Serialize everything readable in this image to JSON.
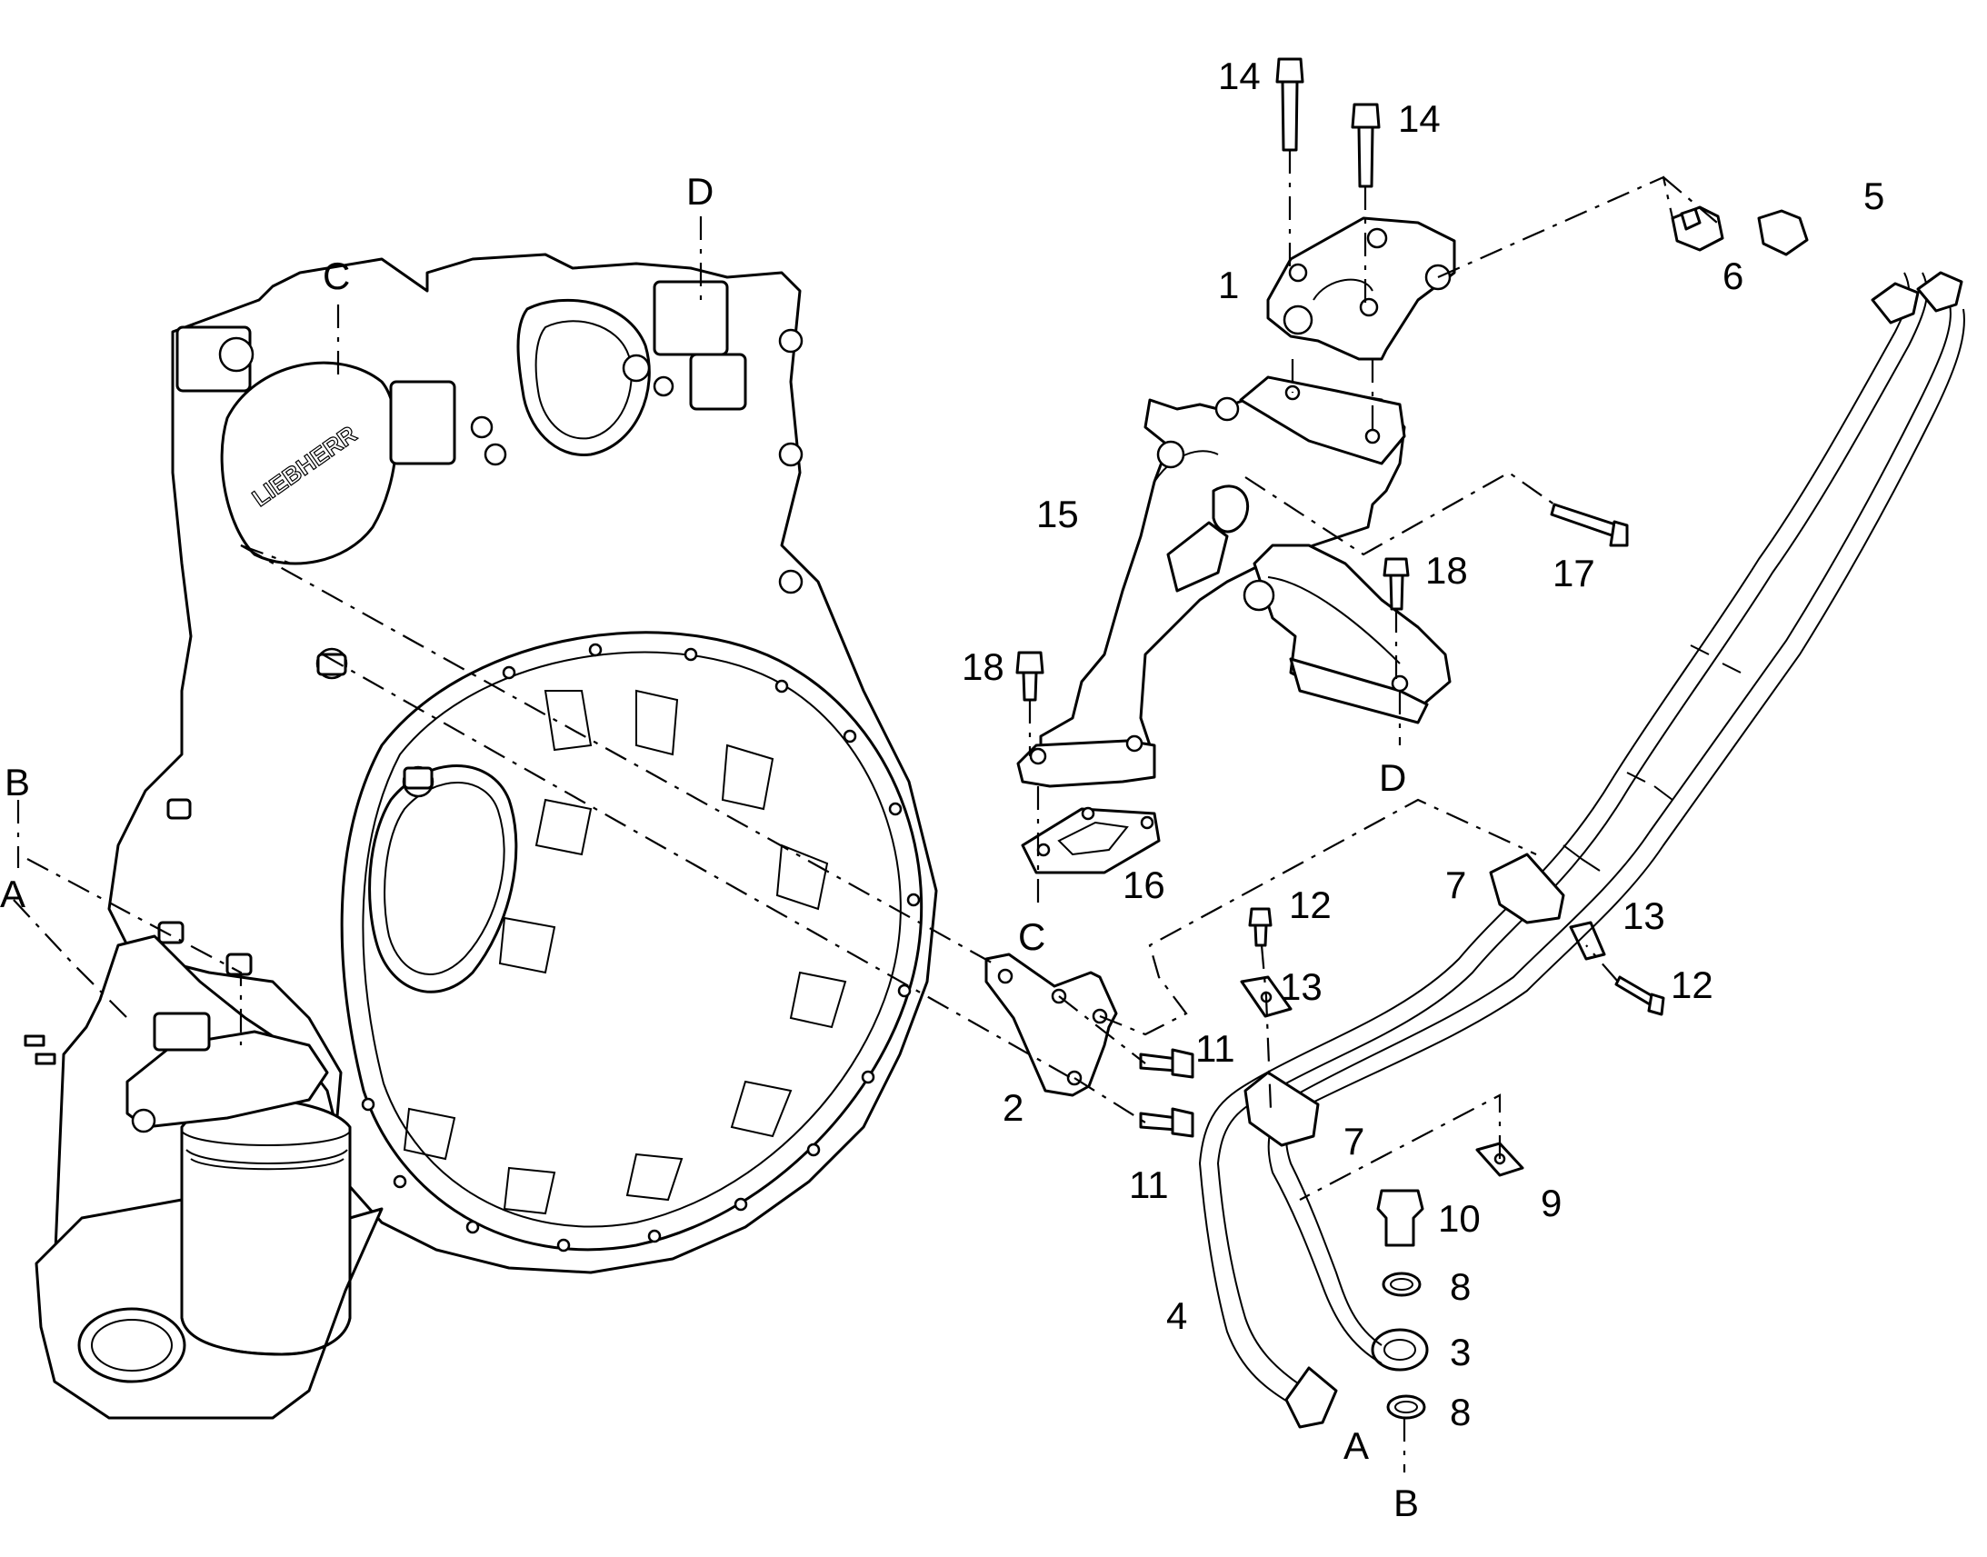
{
  "callouts": {
    "c1": "1",
    "c2": "2",
    "c3": "3",
    "c4": "4",
    "c5": "5",
    "c6": "6",
    "c7a": "7",
    "c7b": "7",
    "c8a": "8",
    "c8b": "8",
    "c9": "9",
    "c10": "10",
    "c11a": "11",
    "c11b": "11",
    "c12a": "12",
    "c12b": "12",
    "c13a": "13",
    "c13b": "13",
    "c14a": "14",
    "c14b": "14",
    "c15": "15",
    "c16": "16",
    "c17": "17",
    "c18a": "18",
    "c18b": "18"
  },
  "connectors": {
    "a_left": "A",
    "a_right": "A",
    "b_left": "B",
    "b_right": "B",
    "c_top": "C",
    "c_bottom": "C",
    "d_top": "D",
    "d_right": "D"
  },
  "logo_text": "LIEBHERR"
}
